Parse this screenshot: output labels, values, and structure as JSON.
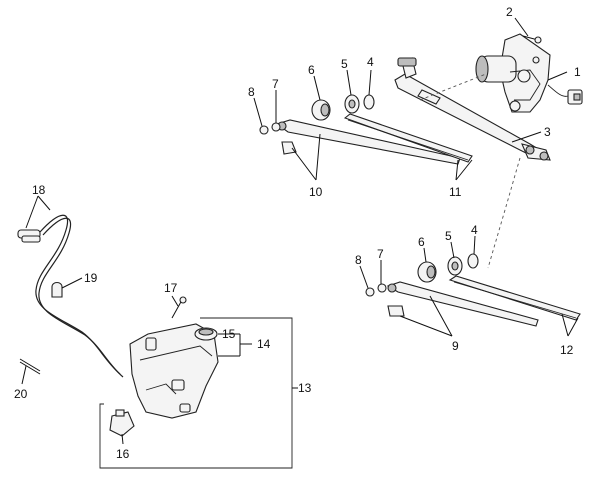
{
  "callouts": {
    "c1": "1",
    "c2": "2",
    "c3": "3",
    "c4a": "4",
    "c5a": "5",
    "c6a": "6",
    "c7a": "7",
    "c8a": "8",
    "c10": "10",
    "c11": "11",
    "c4b": "4",
    "c5b": "5",
    "c6b": "6",
    "c7b": "7",
    "c8b": "8",
    "c9": "9",
    "c12": "12",
    "c13": "13",
    "c14": "14",
    "c15": "15",
    "c16": "16",
    "c17": "17",
    "c18": "18",
    "c19": "19",
    "c20": "20"
  }
}
